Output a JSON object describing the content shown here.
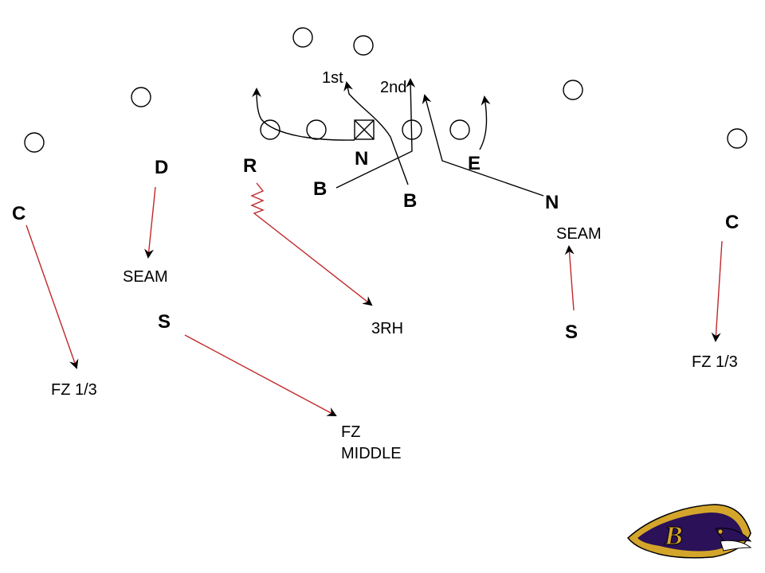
{
  "colors": {
    "offense_line": "#000000",
    "defense_route": "#c0282a",
    "background": "#ffffff"
  },
  "offense": {
    "read_labels": {
      "first": "1st",
      "second": "2nd"
    }
  },
  "defense": {
    "players": {
      "c_left": "C",
      "d": "D",
      "r": "R",
      "n_center": "N",
      "b_left": "B",
      "b_right": "B",
      "e": "E",
      "n_right": "N",
      "c_right": "C",
      "s_left": "S",
      "s_right": "S"
    },
    "assignments": {
      "c_left": "FZ 1/3",
      "d": "SEAM",
      "r": "3RH",
      "s_left_line1": "FZ",
      "s_left_line2": "MIDDLE",
      "n_right": "SEAM",
      "c_right": "FZ 1/3"
    }
  },
  "logo": {
    "icon": "ravens-logo-icon",
    "letter": "B"
  }
}
